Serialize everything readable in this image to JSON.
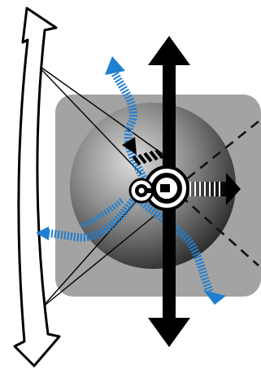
{
  "diagram": {
    "icons": {
      "curved_arrow": "double-headed-curved-arrow-icon",
      "vertical_arrow": "vertical-double-arrow-icon",
      "sphere": "shaded-sphere",
      "small_ring": "small-ring-icon",
      "large_ring": "large-ring-icon"
    },
    "colors": {
      "background": "#ffffff",
      "outline": "#000000",
      "square": "#a3a3a3",
      "sphere_light": "#dcdcdc",
      "sphere_dark": "#1a1a1a",
      "flow_arrow": "#1f7fd0",
      "heavy_arrow": "#000000"
    },
    "flow_arrow_count": 4,
    "fan_line_count": 4
  }
}
